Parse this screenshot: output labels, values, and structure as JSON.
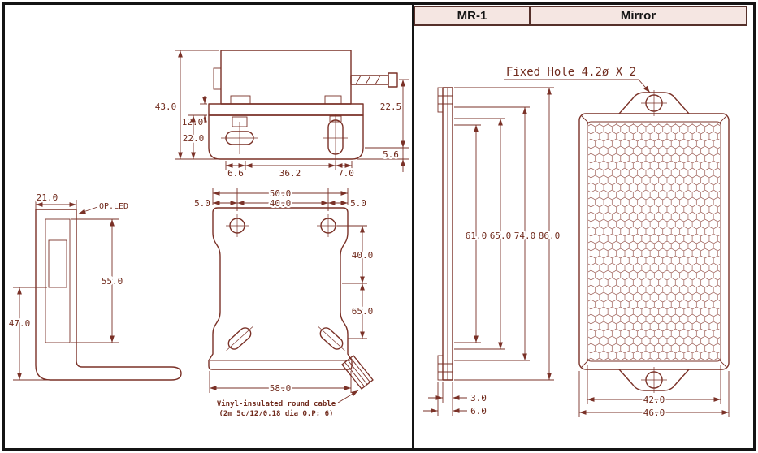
{
  "header": {
    "model": "MR-1",
    "product": "Mirror"
  },
  "colors": {
    "ink": "#7a3127",
    "header_bg": "#f5e6e2",
    "frame": "#141414"
  },
  "sensor": {
    "side_view": {
      "d43": "43.0",
      "d12": "12.0",
      "d22": "22.0",
      "d22_5": "22.5",
      "d5_6": "5.6",
      "d6_6": "6.6",
      "d36_2": "36.2",
      "d7": "7.0"
    },
    "bracket_side_view": {
      "d21": "21.0",
      "d55": "55.0",
      "d47": "47.0",
      "op_led": "OP.LED"
    },
    "bracket_front_view": {
      "d50": "50.0",
      "d40_top": "40.0",
      "d5_left": "5.0",
      "d5_right": "5.0",
      "d40_right": "40.0",
      "d65": "65.0",
      "d58": "58.0",
      "cable_note_line1": "Vinyl-insulated round cable",
      "cable_note_line2": "(2m 5c/12/0.18 dia O.P; 6)"
    }
  },
  "mirror": {
    "fixed_hole_label": "Fixed Hole 4.2ø X 2",
    "side_view": {
      "d61": "61.0",
      "d65": "65.0",
      "d74": "74.0",
      "d86": "86.0",
      "d3": "3.0",
      "d6": "6.0"
    },
    "front_view": {
      "d42": "42.0",
      "d46": "46.0"
    }
  }
}
